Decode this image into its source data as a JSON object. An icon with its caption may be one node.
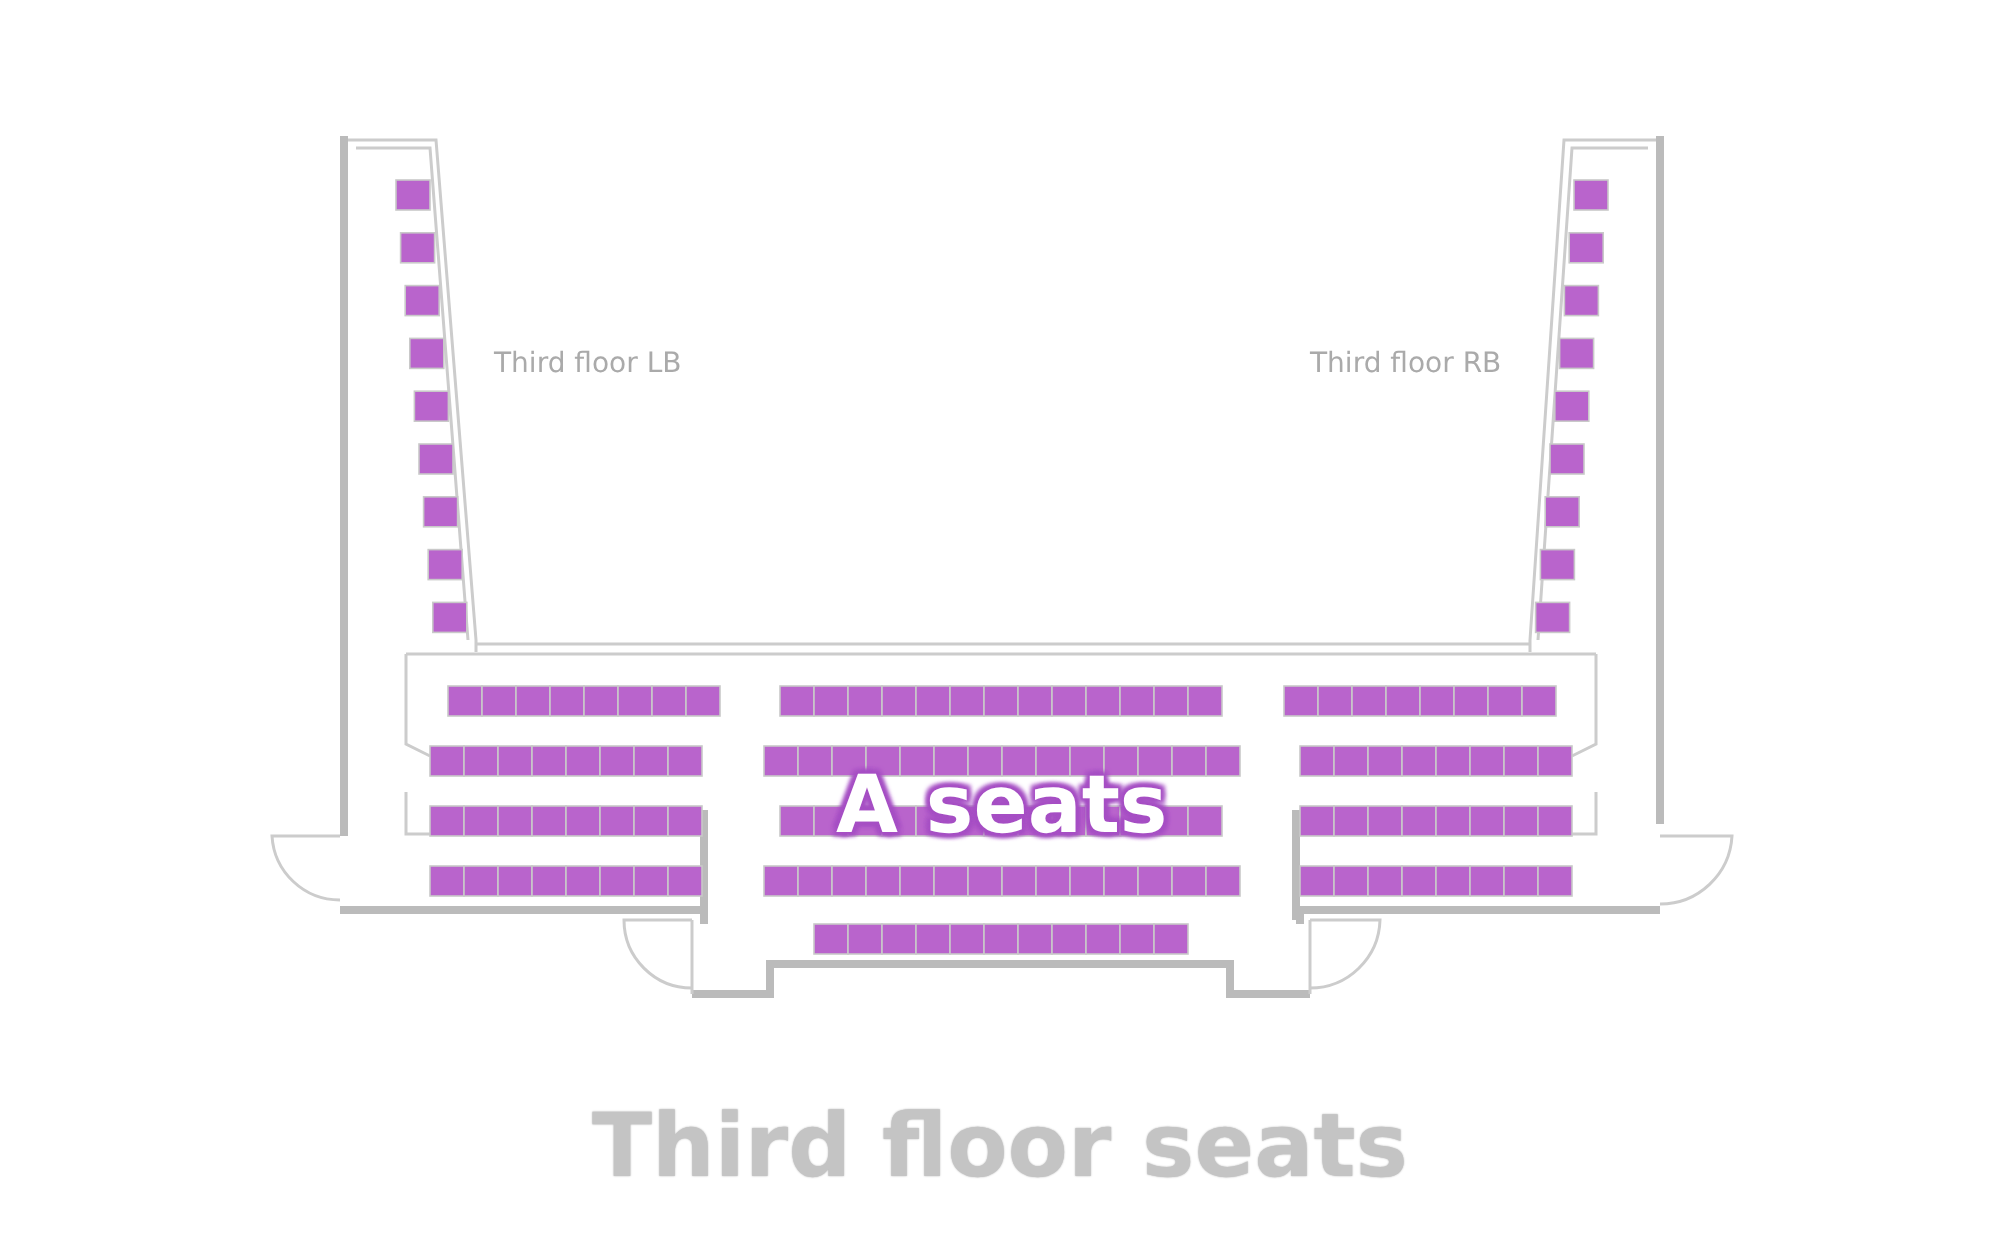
{
  "diagram": {
    "title": "Third floor seats",
    "labels": [
      "Third floor LB",
      "Third floor RB",
      "A seats"
    ]
  }
}
